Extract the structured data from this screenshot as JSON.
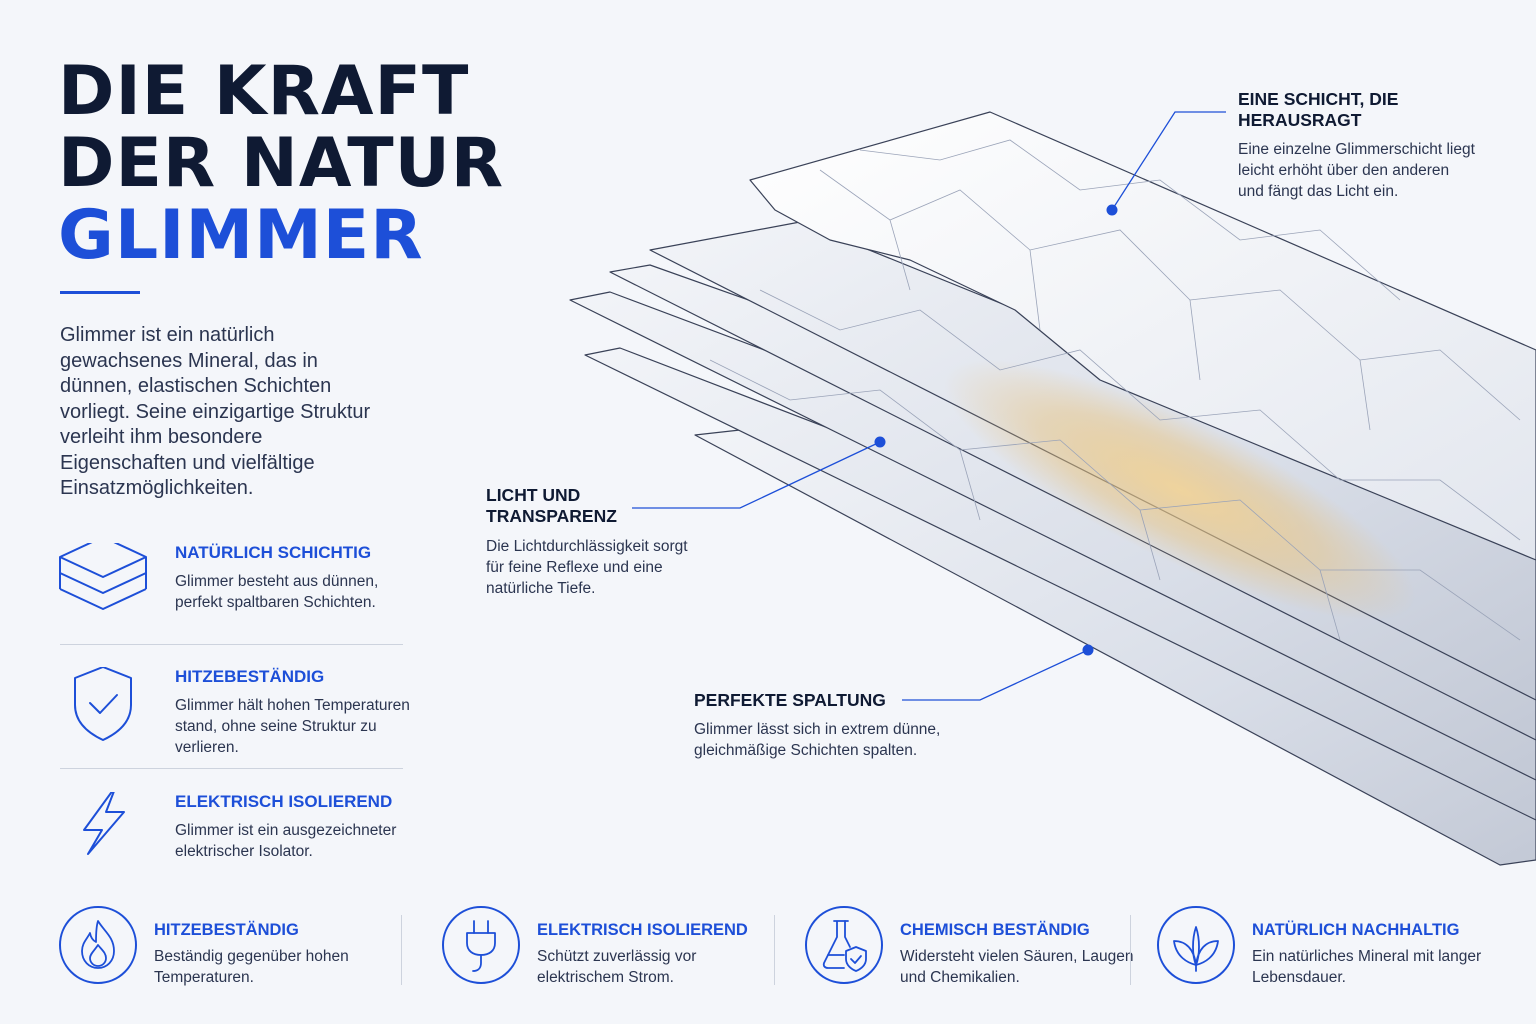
{
  "title": {
    "line1": "DIE KRAFT",
    "line2": "DER NATUR",
    "line3": "GLIMMER"
  },
  "intro": "Glimmer ist ein natürlich gewachsenes Mineral, das in dünnen, elastischen Schichten vorliegt. Seine einzigartige Struktur verleiht ihm besondere Eigenschaften und vielfältige Einsatzmöglichkeiten.",
  "features": [
    {
      "icon": "layers-icon",
      "heading": "NATÜRLICH SCHICHTIG",
      "text": "Glimmer besteht aus dünnen, perfekt spaltbaren Schichten."
    },
    {
      "icon": "shield-check-icon",
      "heading": "HITZEBESTÄNDIG",
      "text": "Glimmer hält hohen Temperaturen stand, ohne seine Struktur zu verlieren."
    },
    {
      "icon": "lightning-icon",
      "heading": "ELEKTRISCH ISOLIEREND",
      "text": "Glimmer ist ein ausgezeichneter elektrischer Isolator."
    }
  ],
  "callouts": {
    "top": {
      "heading_l1": "EINE SCHICHT, DIE",
      "heading_l2": "HERAUSRAGT",
      "text": "Eine einzelne Glimmerschicht liegt leicht erhöht über den anderen und fängt das Licht ein."
    },
    "light": {
      "heading_l1": "LICHT UND",
      "heading_l2": "TRANSPARENZ",
      "text": "Die Lichtdurchlässigkeit sorgt für feine Reflexe und eine natürliche Tiefe."
    },
    "split": {
      "heading": "PERFEKTE SPALTUNG",
      "text": "Glimmer lässt sich in extrem dünne, gleichmäßige Schichten spalten."
    }
  },
  "bottom": [
    {
      "icon": "flame-icon",
      "heading": "HITZEBESTÄNDIG",
      "text": "Beständig gegenüber hohen Temperaturen."
    },
    {
      "icon": "plug-icon",
      "heading": "ELEKTRISCH ISOLIEREND",
      "text": "Schützt zuverlässig vor elektrischem Strom."
    },
    {
      "icon": "flask-shield-icon",
      "heading": "CHEMISCH BESTÄNDIG",
      "text": "Widersteht vielen Säuren, Laugen und Chemikalien."
    },
    {
      "icon": "leaves-icon",
      "heading": "NATÜRLICH NACHHALTIG",
      "text": "Ein natürliches Mineral mit langer Lebensdauer."
    }
  ],
  "colors": {
    "accent": "#1d4fd8",
    "dark": "#0f1a33",
    "background": "#f4f6fa",
    "glow": "#e9c27a"
  }
}
